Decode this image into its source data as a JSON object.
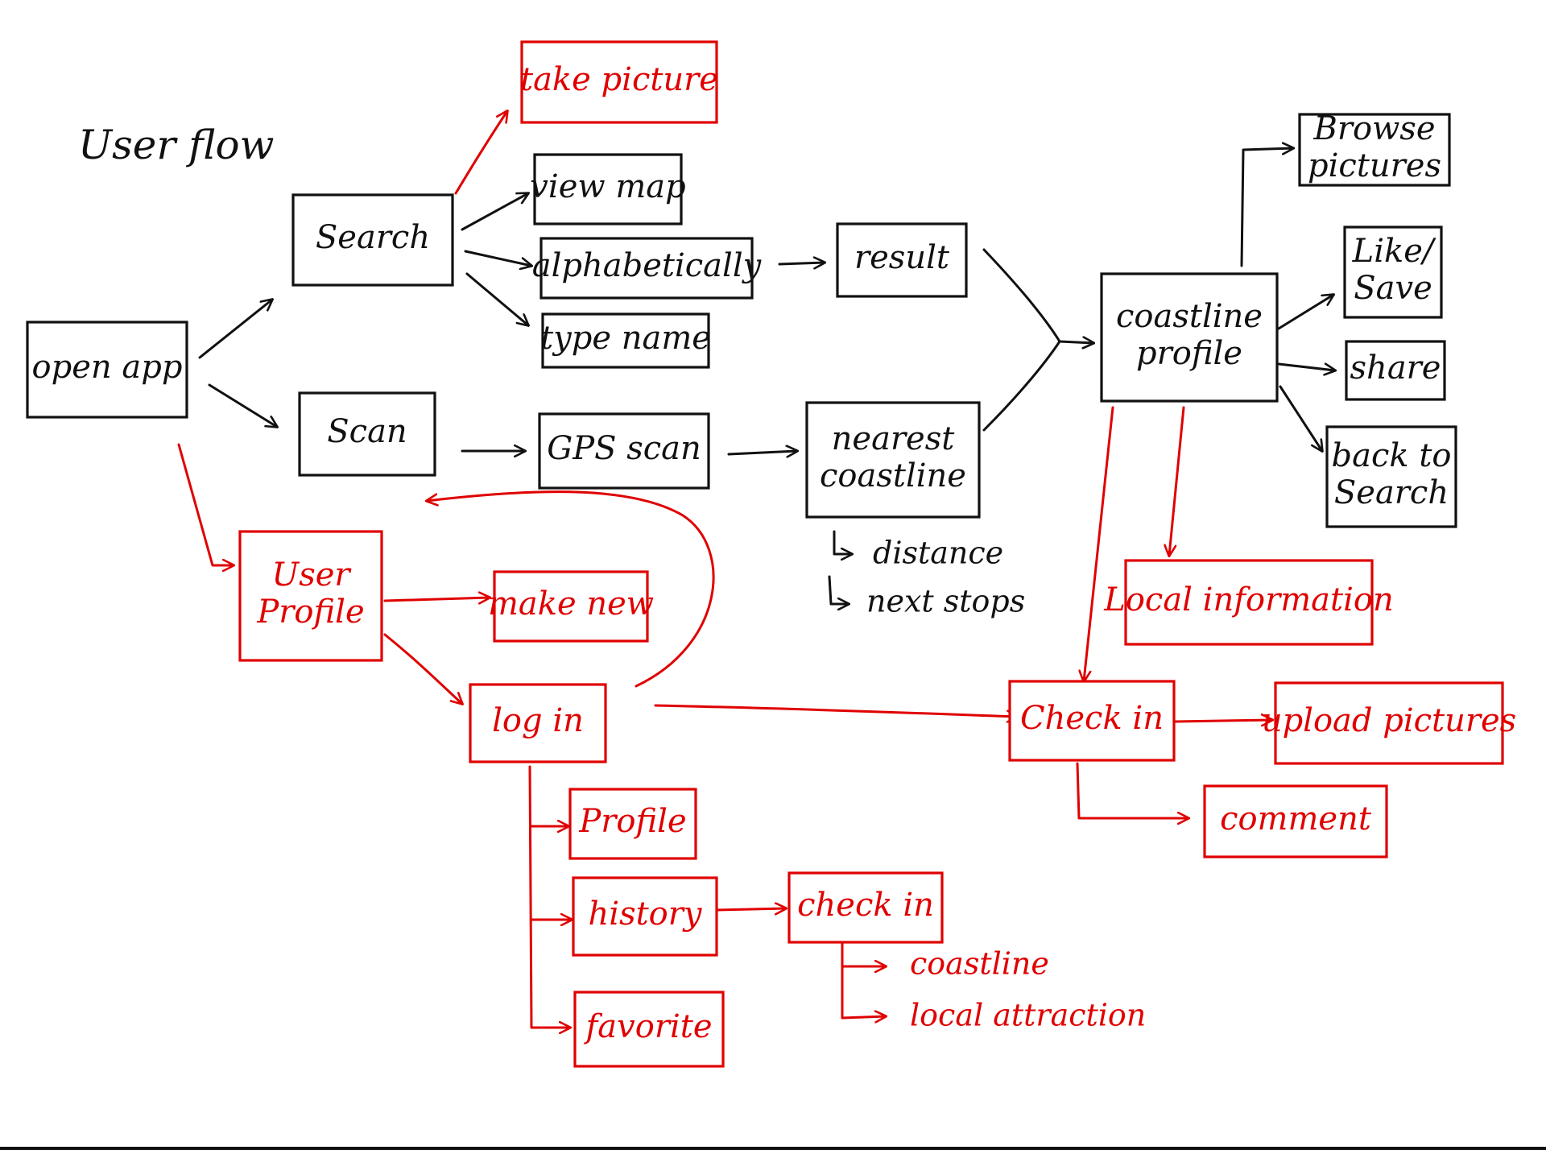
{
  "title": "User flow",
  "colors": {
    "ink": "#111111",
    "accent": "#e00000"
  },
  "nodes": {
    "open_app": {
      "lines": [
        "open app"
      ],
      "color": "black"
    },
    "search": {
      "lines": [
        "Search"
      ],
      "color": "black"
    },
    "scan": {
      "lines": [
        "Scan"
      ],
      "color": "black"
    },
    "take_picture": {
      "lines": [
        "take picture"
      ],
      "color": "red"
    },
    "view_map": {
      "lines": [
        "view map"
      ],
      "color": "black"
    },
    "alphabetically": {
      "lines": [
        "alphabetically"
      ],
      "color": "black"
    },
    "type_name": {
      "lines": [
        "type name"
      ],
      "color": "black"
    },
    "result": {
      "lines": [
        "result"
      ],
      "color": "black"
    },
    "gps_scan": {
      "lines": [
        "GPS scan"
      ],
      "color": "black"
    },
    "nearest_coastline": {
      "lines": [
        "nearest",
        "coastline"
      ],
      "color": "black"
    },
    "coastline_profile": {
      "lines": [
        "coastline",
        "profile"
      ],
      "color": "black"
    },
    "browse_pictures": {
      "lines": [
        "Browse",
        "pictures"
      ],
      "color": "black"
    },
    "like_save": {
      "lines": [
        "Like/",
        "Save"
      ],
      "color": "black"
    },
    "share": {
      "lines": [
        "share"
      ],
      "color": "black"
    },
    "back_to_search": {
      "lines": [
        "back to",
        "Search"
      ],
      "color": "black"
    },
    "local_information": {
      "lines": [
        "Local information"
      ],
      "color": "red"
    },
    "user_profile": {
      "lines": [
        "User",
        "Profile"
      ],
      "color": "red"
    },
    "make_new": {
      "lines": [
        "make new"
      ],
      "color": "red"
    },
    "log_in": {
      "lines": [
        "log in"
      ],
      "color": "red"
    },
    "check_in": {
      "lines": [
        "Check in"
      ],
      "color": "red"
    },
    "upload_pictures": {
      "lines": [
        "upload pictures"
      ],
      "color": "red"
    },
    "comment": {
      "lines": [
        "comment"
      ],
      "color": "red"
    },
    "profile": {
      "lines": [
        "Profile"
      ],
      "color": "red"
    },
    "history": {
      "lines": [
        "history"
      ],
      "color": "red"
    },
    "favorite": {
      "lines": [
        "favorite"
      ],
      "color": "red"
    },
    "history_check_in": {
      "lines": [
        "check in"
      ],
      "color": "red"
    }
  },
  "labels": {
    "distance": {
      "text": "distance",
      "color": "black"
    },
    "next_stops": {
      "text": "next stops",
      "color": "black"
    },
    "coastline": {
      "text": "coastline",
      "color": "red"
    },
    "local_attraction": {
      "text": "local attraction",
      "color": "red"
    }
  }
}
